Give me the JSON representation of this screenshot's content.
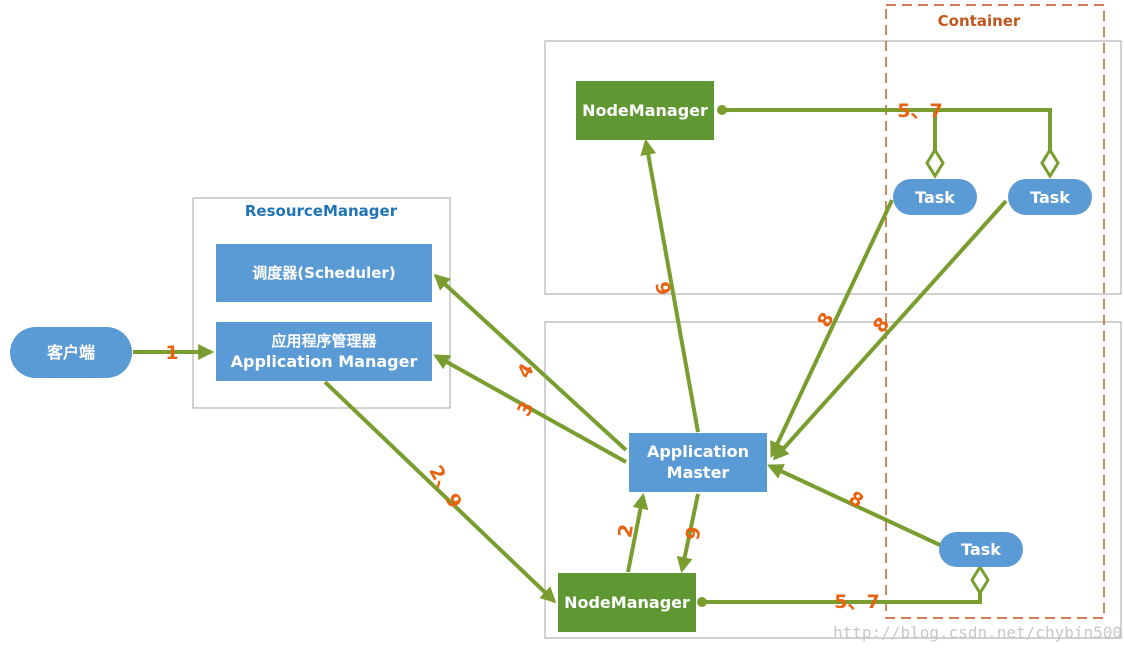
{
  "labels": {
    "container": "Container",
    "resource_manager": "ResourceManager",
    "client": "客户端",
    "scheduler": "调度器(Scheduler)",
    "app_manager_line1": "应用程序管理器",
    "app_manager_line2": "Application Manager",
    "node_manager_top": "NodeManager",
    "node_manager_bottom": "NodeManager",
    "app_master_line1": "Application",
    "app_master_line2": "Master",
    "task_1": "Task",
    "task_2": "Task",
    "task_3": "Task"
  },
  "steps": {
    "s1": "1",
    "s2_9": "2、9",
    "s3": "3",
    "s4": "4",
    "s5_7_top": "5、7",
    "s5_7_bottom": "5、7",
    "s6_top": "6",
    "s2_bottom": "2",
    "s6_bottom": "6",
    "s8_a": "8",
    "s8_b": "8",
    "s8_c": "8"
  },
  "watermark": "http://blog.csdn.net/chybin500",
  "colors": {
    "blue_box": "#5b9bd5",
    "green_box": "#5f9733",
    "arrow": "#7a9d2f",
    "step_text": "#e8620f",
    "container_border": "#c0571c",
    "frame_border": "#a6a6a6"
  }
}
